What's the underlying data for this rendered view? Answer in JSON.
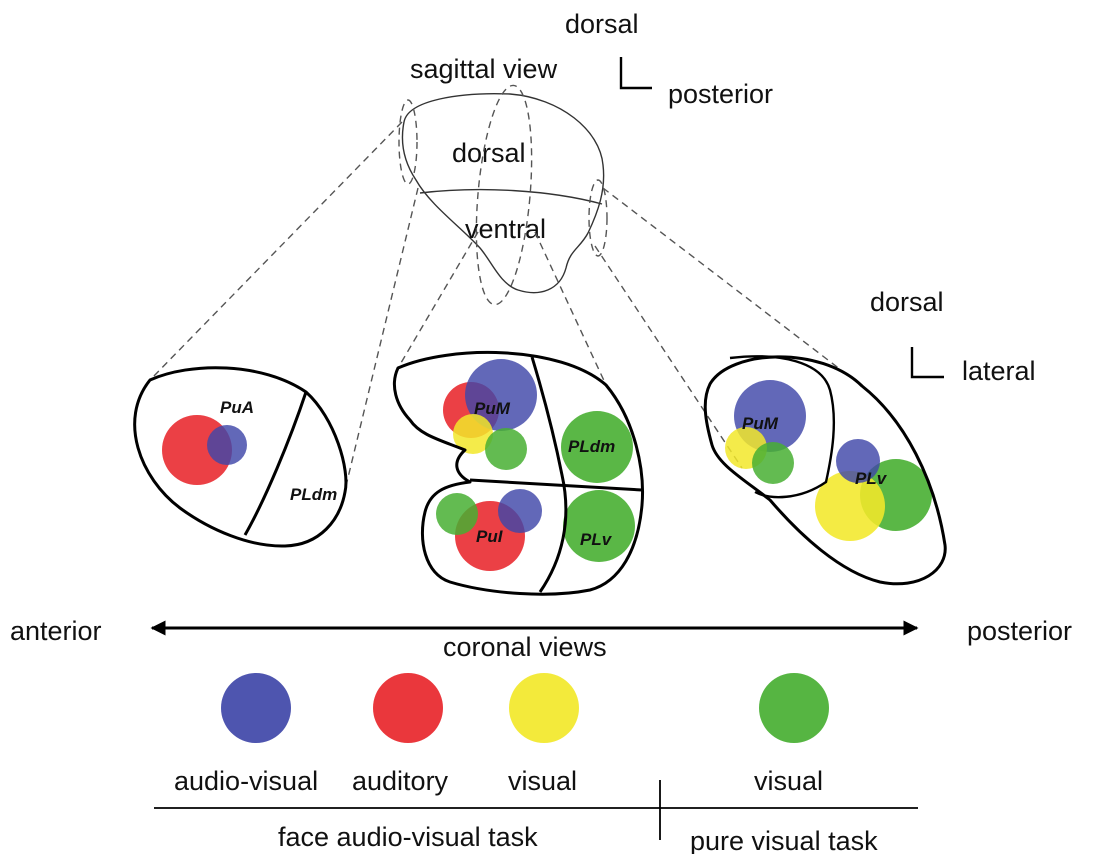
{
  "colors": {
    "audio_visual": "#3F47A8",
    "auditory": "#E8262B",
    "visual_face": "#F2E82A",
    "visual_pure": "#48AF32"
  },
  "labels": {
    "orient_top_dorsal": "dorsal",
    "orient_top_posterior": "posterior",
    "sagittal_title": "sagittal view",
    "sag_dorsal": "dorsal",
    "sag_ventral": "ventral",
    "orient_right_dorsal": "dorsal",
    "orient_right_lateral": "lateral",
    "axis_anterior": "anterior",
    "axis_posterior": "posterior",
    "coronal_views": "coronal views",
    "legend_audio_visual": "audio-visual",
    "legend_auditory": "auditory",
    "legend_visual_face": "visual",
    "legend_visual_pure": "visual",
    "task_face": "face audio-visual task",
    "task_pure": "pure visual task"
  },
  "regions": {
    "left_pua": "PuA",
    "left_pldm": "PLdm",
    "mid_pum": "PuM",
    "mid_pldm": "PLdm",
    "mid_pul": "PuI",
    "mid_plv": "PLv",
    "right_pum": "PuM",
    "right_plv": "PLv"
  }
}
